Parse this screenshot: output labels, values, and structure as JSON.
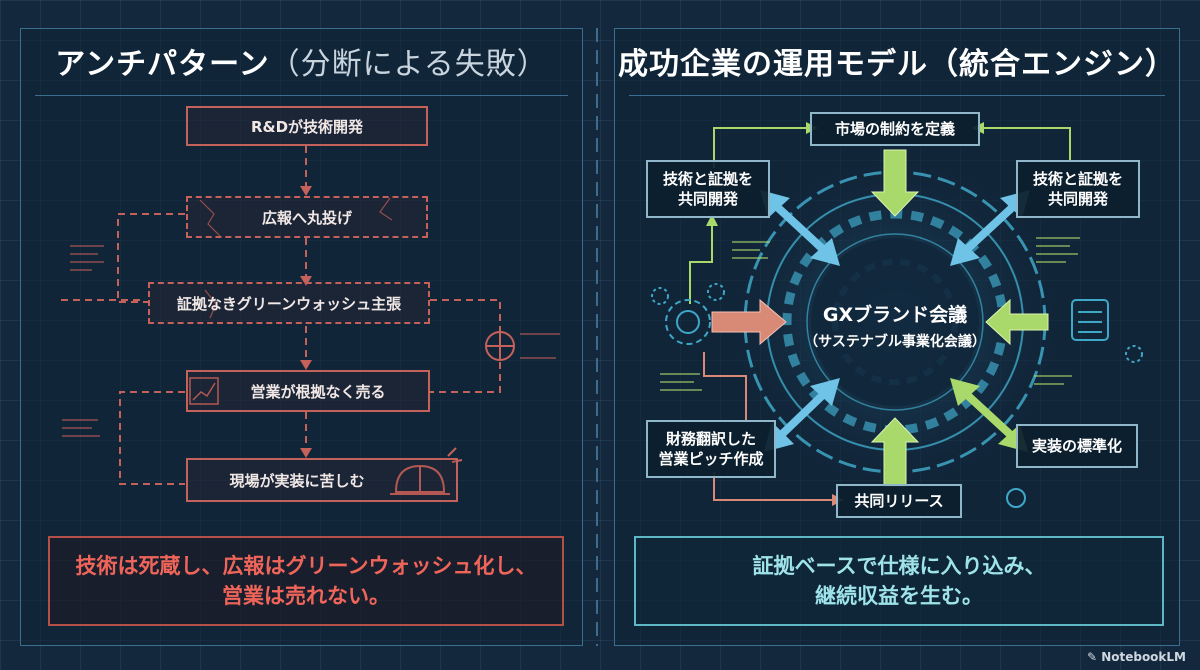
{
  "left": {
    "title": "アンチパターン",
    "title_sub": "（分断による失敗）",
    "steps": [
      "R&Dが技術開発",
      "広報へ丸投げ",
      "証拠なきグリーンウォッシュ主張",
      "営業が根拠なく売る",
      "現場が実装に苦しむ"
    ],
    "caption_line1": "技術は死蔵し、広報はグリーンウォッシュ化し、",
    "caption_line2": "営業は売れない。"
  },
  "right": {
    "title": "成功企業の運用モデル（統合エンジン）",
    "center_main": "GXブランド会議",
    "center_sub": "（サステナブル事業化会議）",
    "nodes": {
      "top": "市場の制約を定義",
      "top_left_1": "技術と証拠を",
      "top_left_2": "共同開発",
      "top_right_1": "技術と証拠を",
      "top_right_2": "共同開発",
      "bottom_left_1": "財務翻訳した",
      "bottom_left_2": "営業ピッチ作成",
      "bottom_right": "実装の標準化",
      "bottom": "共同リリース"
    },
    "caption_line1": "証拠ベースで仕様に入り込み、",
    "caption_line2": "継続収益を生む。"
  },
  "watermark": "NotebookLM",
  "colors": {
    "background": "#14283d",
    "anti_red": "#c4615a",
    "caption_red": "#f0655a",
    "arrow_green": "#a9d96a",
    "arrow_blue": "#6fc3e6",
    "arrow_salmon": "#d98a77",
    "gear_teal": "#3fa7c7",
    "caption_cyan": "#9fe3ea"
  }
}
